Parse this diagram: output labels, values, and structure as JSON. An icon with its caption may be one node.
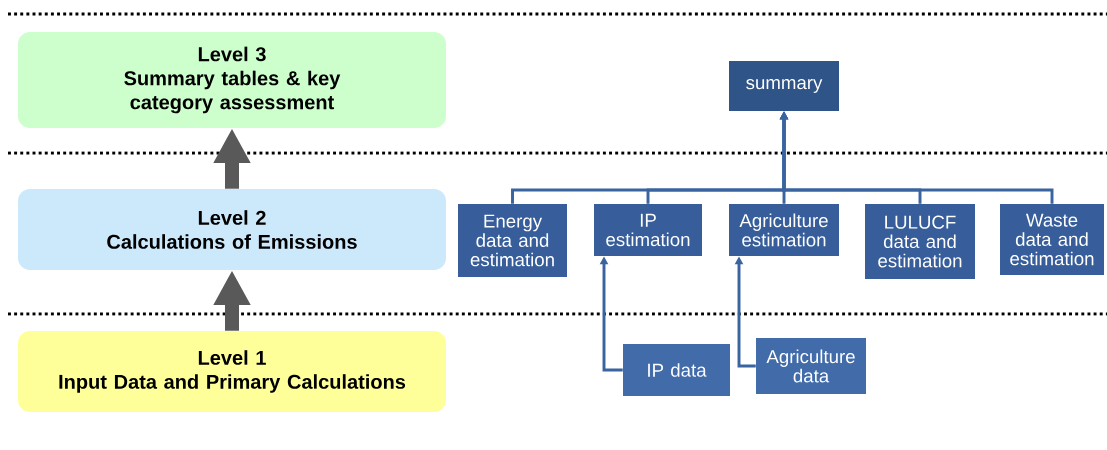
{
  "diagram": {
    "nodes": [
      {
        "text": [
          "Level 3",
          "Summary tables & key category assessment"
        ]
      },
      {
        "text": [
          "Level 2",
          "Calculations of Emissions"
        ]
      },
      {
        "text": [
          "Level 1",
          "Input Data and Primary Calculations"
        ]
      },
      {
        "text": [
          "summary"
        ]
      },
      {
        "text": [
          "Energy data and estimation"
        ]
      },
      {
        "text": [
          "IP estimation"
        ]
      },
      {
        "text": [
          "Agriculture estimation"
        ]
      },
      {
        "text": [
          "LULUCF data and estimation"
        ]
      },
      {
        "text": [
          "Waste data and estimation"
        ]
      },
      {
        "text": [
          "IP data"
        ]
      },
      {
        "text": [
          "Agriculture data"
        ]
      }
    ],
    "edges": [
      {
        "from": 1,
        "to": 0,
        "arrow": "to",
        "style": "thick",
        "color": "#595959"
      },
      {
        "from": 2,
        "to": 1,
        "arrow": "to",
        "style": "thick",
        "color": "#595959"
      },
      {
        "from": 4,
        "to": 3,
        "arrow": "to"
      },
      {
        "from": 5,
        "to": 3,
        "arrow": "to"
      },
      {
        "from": 6,
        "to": 3,
        "arrow": "to"
      },
      {
        "from": 7,
        "to": 3,
        "arrow": "to"
      },
      {
        "from": 8,
        "to": 3,
        "arrow": "to"
      },
      {
        "from": 9,
        "to": 5,
        "arrow": "to"
      },
      {
        "from": 10,
        "to": 6,
        "arrow": "to"
      }
    ]
  }
}
